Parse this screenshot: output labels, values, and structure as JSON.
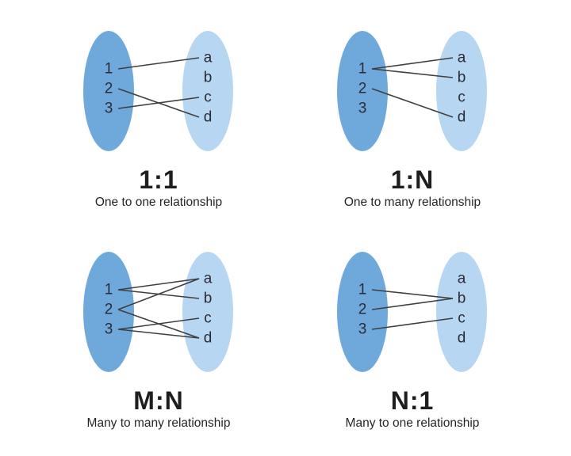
{
  "colors": {
    "background": "#ffffff",
    "left_ellipse": "#6FA9DC",
    "right_ellipse": "#B7D6F2",
    "connection_line": "#3f3f3f",
    "entity_text": "#2b2b35",
    "title_text": "#1e1e1e"
  },
  "diagram": {
    "panels": [
      {
        "id": "one-to-one",
        "title": "1:1",
        "subtitle": "One to one relationship",
        "left_entities": [
          "1",
          "2",
          "3"
        ],
        "right_entities": [
          "a",
          "b",
          "c",
          "d"
        ],
        "connections": [
          [
            "1",
            "a"
          ],
          [
            "2",
            "d"
          ],
          [
            "3",
            "c"
          ]
        ]
      },
      {
        "id": "one-to-many",
        "title": "1:N",
        "subtitle": "One to many relationship",
        "left_entities": [
          "1",
          "2",
          "3"
        ],
        "right_entities": [
          "a",
          "b",
          "c",
          "d"
        ],
        "connections": [
          [
            "1",
            "a"
          ],
          [
            "1",
            "b"
          ],
          [
            "2",
            "d"
          ]
        ]
      },
      {
        "id": "many-to-many",
        "title": "M:N",
        "subtitle": "Many to many relationship",
        "left_entities": [
          "1",
          "2",
          "3"
        ],
        "right_entities": [
          "a",
          "b",
          "c",
          "d"
        ],
        "connections": [
          [
            "1",
            "a"
          ],
          [
            "1",
            "b"
          ],
          [
            "2",
            "a"
          ],
          [
            "2",
            "d"
          ],
          [
            "3",
            "c"
          ],
          [
            "3",
            "d"
          ]
        ]
      },
      {
        "id": "many-to-one",
        "title": "N:1",
        "subtitle": "Many to one relationship",
        "left_entities": [
          "1",
          "2",
          "3"
        ],
        "right_entities": [
          "a",
          "b",
          "c",
          "d"
        ],
        "connections": [
          [
            "1",
            "b"
          ],
          [
            "2",
            "b"
          ],
          [
            "3",
            "c"
          ]
        ]
      }
    ]
  }
}
